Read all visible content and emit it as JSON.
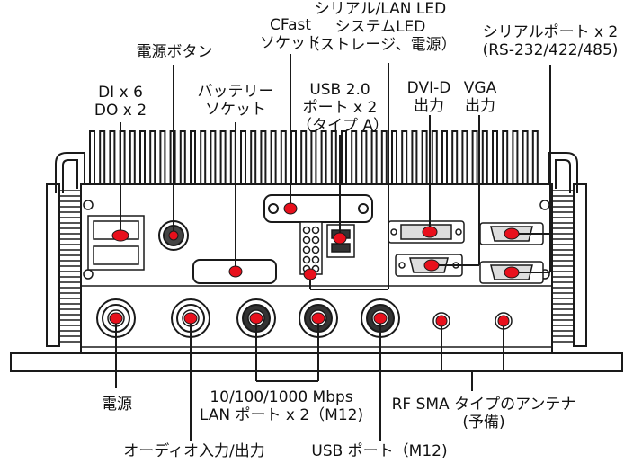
{
  "labels": {
    "di_do": [
      "DI x 6",
      "DO x 2"
    ],
    "power_button": "電源ボタン",
    "battery_socket": [
      "バッテリー",
      "ソケット"
    ],
    "cfast_socket": [
      "CFast",
      "ソケット"
    ],
    "serial_lan_led": [
      "シリアル/LAN LED",
      "システムLED",
      "（ストレージ、電源）"
    ],
    "usb20": [
      "USB 2.0",
      "ポート x 2",
      "（タイプ A）"
    ],
    "dvi_d": [
      "DVI-D",
      "出力"
    ],
    "vga": [
      "VGA",
      "出力"
    ],
    "serial_port": [
      "シリアルポート x 2",
      "(RS-232/422/485)"
    ],
    "power": "電源",
    "lan": [
      "10/100/1000 Mbps",
      "LAN ポート x 2（M12)"
    ],
    "rf_sma": [
      "RF SMA タイプのアンテナ",
      "(予備)"
    ],
    "audio": "オーディオ入力/出力",
    "usb_m12": "USB ポート（M12)"
  },
  "colors": {
    "callout": "#e8101c",
    "line": "#1a1a1a",
    "text": "#111111"
  }
}
